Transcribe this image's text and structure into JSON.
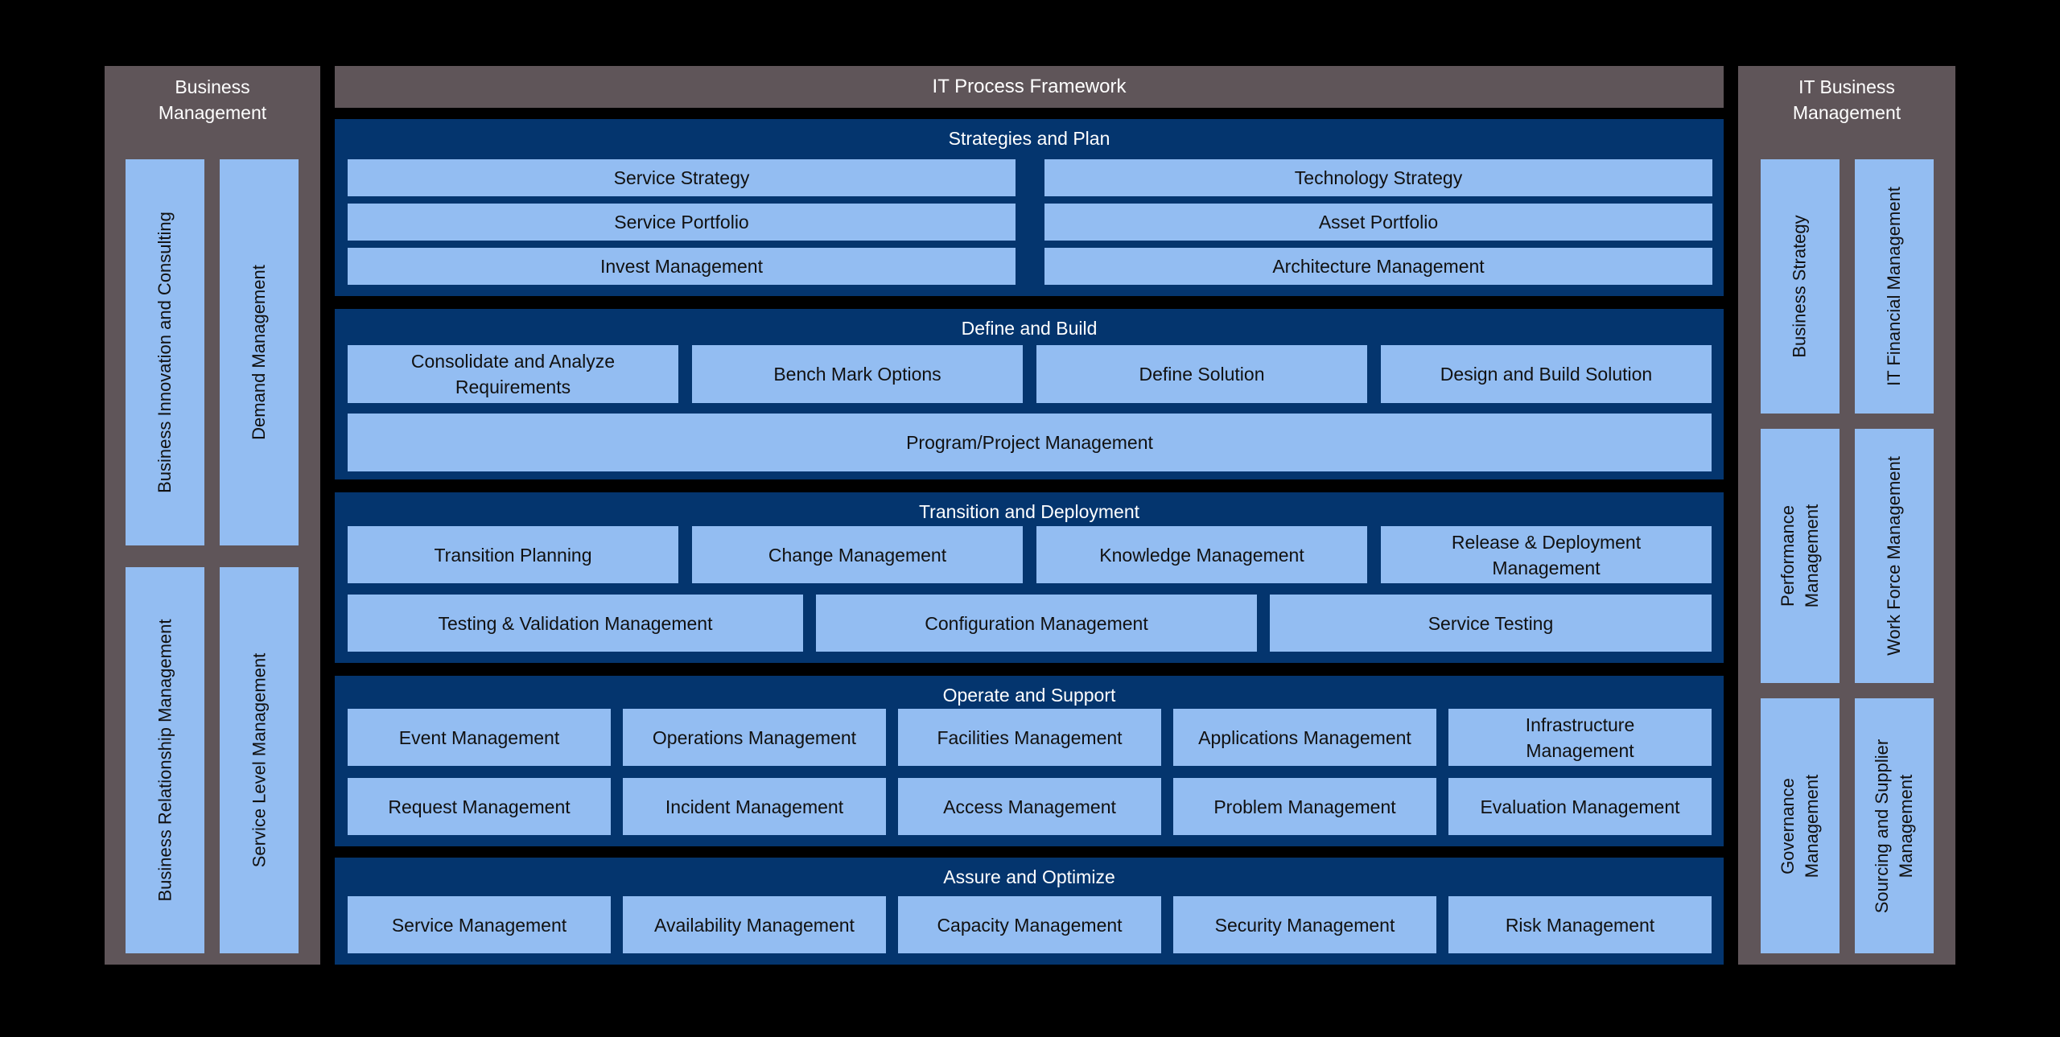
{
  "left_panel": {
    "title": "Business\nManagement",
    "items": [
      "Business Innovation and Consulting",
      "Demand Management",
      "Business Relationship Management",
      "Service Level Management"
    ]
  },
  "right_panel": {
    "title": "IT Business\nManagement",
    "items": [
      "Business Strategy",
      "IT Financial Management",
      "Performance\nManagement",
      "Work Force Management",
      "Governance\nManagement",
      "Sourcing and Supplier\nManagement"
    ]
  },
  "header": {
    "title": "IT Process Framework"
  },
  "sections": [
    {
      "title": "Strategies and Plan",
      "rows": [
        [
          "Service Strategy",
          "Technology Strategy"
        ],
        [
          "Service Portfolio",
          "Asset Portfolio"
        ],
        [
          "Invest Management",
          "Architecture Management"
        ]
      ]
    },
    {
      "title": "Define and Build",
      "rows": [
        [
          "Consolidate and Analyze\nRequirements",
          "Bench Mark Options",
          "Define Solution",
          "Design and Build Solution"
        ],
        [
          "Program/Project Management"
        ]
      ]
    },
    {
      "title": "Transition and Deployment",
      "rows": [
        [
          "Transition Planning",
          "Change Management",
          "Knowledge Management",
          "Release & Deployment\nManagement"
        ],
        [
          "Testing & Validation Management",
          "Configuration Management",
          "Service Testing"
        ]
      ]
    },
    {
      "title": "Operate and Support",
      "rows": [
        [
          "Event Management",
          "Operations Management",
          "Facilities Management",
          "Applications Management",
          "Infrastructure\nManagement"
        ],
        [
          "Request Management",
          "Incident Management",
          "Access Management",
          "Problem Management",
          "Evaluation Management"
        ]
      ]
    },
    {
      "title": "Assure and Optimize",
      "rows": [
        [
          "Service Management",
          "Availability Management",
          "Capacity Management",
          "Security Management",
          "Risk Management"
        ]
      ]
    }
  ],
  "colors": {
    "background": "#000000",
    "side_panel": "#5f5559",
    "section": "#04356e",
    "box": "#93bdf2"
  }
}
